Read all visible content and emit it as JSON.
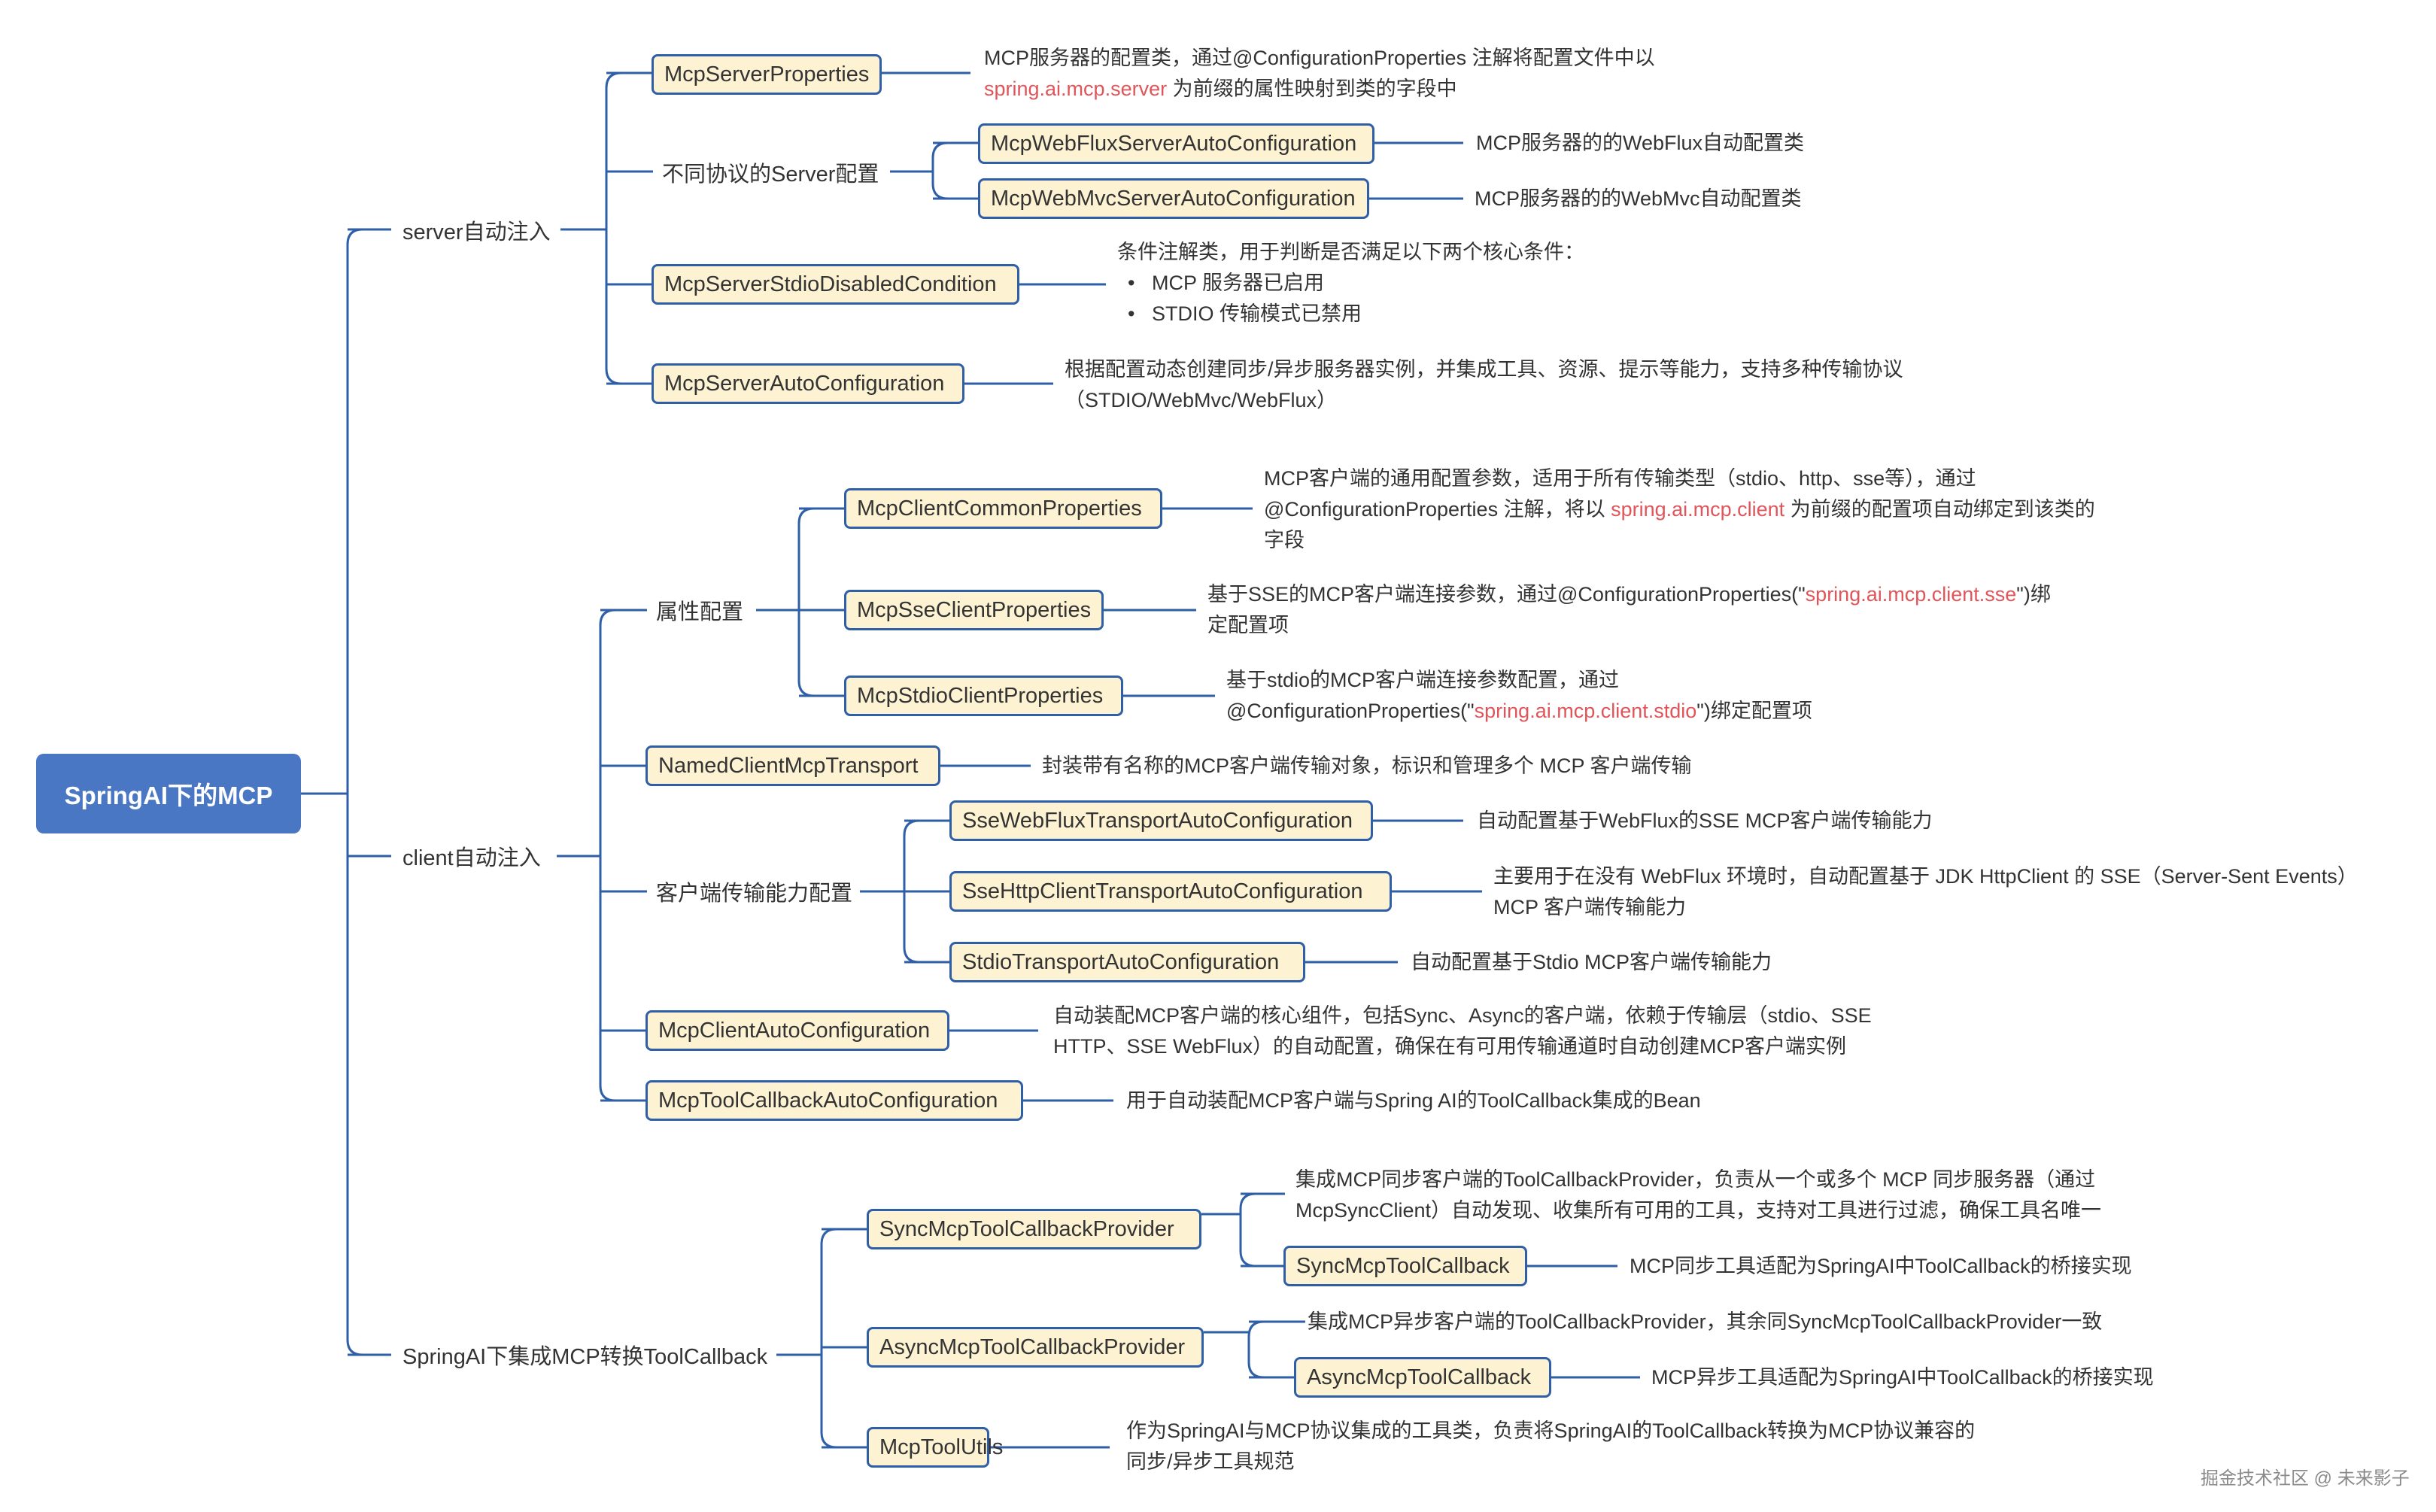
{
  "root": {
    "label": "SpringAI下的MCP"
  },
  "server": {
    "label": "server自动注入",
    "props": {
      "label": "McpServerProperties",
      "desc_line1": "MCP服务器的配置类，通过@ConfigurationProperties 注解将配置文件中以",
      "desc_hl": "spring.ai.mcp.server",
      "desc_line2_rest": " 为前缀的属性映射到类的字段中"
    },
    "protocol": {
      "label": "不同协议的Server配置",
      "webflux": {
        "label": "McpWebFluxServerAutoConfiguration",
        "desc": "MCP服务器的的WebFlux自动配置类"
      },
      "webmvc": {
        "label": "McpWebMvcServerAutoConfiguration",
        "desc": "MCP服务器的的WebMvc自动配置类"
      }
    },
    "stdio_cond": {
      "label": "McpServerStdioDisabledCondition",
      "desc_line1": "条件注解类，用于判断是否满足以下两个核心条件：",
      "bullet1": "MCP 服务器已启用",
      "bullet2": "STDIO 传输模式已禁用"
    },
    "auto": {
      "label": "McpServerAutoConfiguration",
      "desc_line1": "根据配置动态创建同步/异步服务器实例，并集成工具、资源、提示等能力，支持多种传输协议",
      "desc_line2": "（STDIO/WebMvc/WebFlux）"
    }
  },
  "client": {
    "label": "client自动注入",
    "props_group": {
      "label": "属性配置",
      "common": {
        "label": "McpClientCommonProperties",
        "desc_line1": "MCP客户端的通用配置参数，适用于所有传输类型（stdio、http、sse等），通过",
        "desc_line2_pre": "@ConfigurationProperties 注解，将以 ",
        "desc_hl": "spring.ai.mcp.client",
        "desc_line2_post": " 为前缀的配置项自动绑定到该类的",
        "desc_line3": "字段"
      },
      "sse": {
        "label": "McpSseClientProperties",
        "desc_line1_pre": "基于SSE的MCP客户端连接参数，通过@ConfigurationProperties(\"",
        "desc_hl": "spring.ai.mcp.client.sse",
        "desc_line1_post": "\")绑",
        "desc_line2": "定配置项"
      },
      "stdio": {
        "label": "McpStdioClientProperties",
        "desc_line1": "基于stdio的MCP客户端连接参数配置，通过",
        "desc_line2_pre": "@ConfigurationProperties(\"",
        "desc_hl": "spring.ai.mcp.client.stdio",
        "desc_line2_post": "\")绑定配置项"
      }
    },
    "named": {
      "label": "NamedClientMcpTransport",
      "desc": "封装带有名称的MCP客户端传输对象，标识和管理多个 MCP 客户端传输"
    },
    "transport_group": {
      "label": "客户端传输能力配置",
      "webflux": {
        "label": "SseWebFluxTransportAutoConfiguration",
        "desc": "自动配置基于WebFlux的SSE MCP客户端传输能力"
      },
      "http": {
        "label": "SseHttpClientTransportAutoConfiguration",
        "desc_line1": "主要用于在没有 WebFlux 环境时，自动配置基于 JDK HttpClient 的 SSE（Server-Sent Events）",
        "desc_line2": "MCP 客户端传输能力"
      },
      "stdio": {
        "label": "StdioTransportAutoConfiguration",
        "desc": "自动配置基于Stdio MCP客户端传输能力"
      }
    },
    "auto": {
      "label": "McpClientAutoConfiguration",
      "desc_line1": "自动装配MCP客户端的核心组件，包括Sync、Async的客户端，依赖于传输层（stdio、SSE",
      "desc_line2": "HTTP、SSE WebFlux）的自动配置，确保在有可用传输通道时自动创建MCP客户端实例"
    },
    "toolcb": {
      "label": "McpToolCallbackAutoConfiguration",
      "desc": "用于自动装配MCP客户端与Spring AI的ToolCallback集成的Bean"
    }
  },
  "toolcallback": {
    "label": "SpringAI下集成MCP转换ToolCallback",
    "sync_provider": {
      "label": "SyncMcpToolCallbackProvider",
      "desc_line1": "集成MCP同步客户端的ToolCallbackProvider，负责从一个或多个 MCP 同步服务器（通过",
      "desc_line2": "McpSyncClient）自动发现、收集所有可用的工具，支持对工具进行过滤，确保工具名唯一"
    },
    "sync_cb": {
      "label": "SyncMcpToolCallback",
      "desc": "MCP同步工具适配为SpringAI中ToolCallback的桥接实现"
    },
    "async_provider": {
      "label": "AsyncMcpToolCallbackProvider",
      "desc": "集成MCP异步客户端的ToolCallbackProvider，其余同SyncMcpToolCallbackProvider一致"
    },
    "async_cb": {
      "label": "AsyncMcpToolCallback",
      "desc": "MCP异步工具适配为SpringAI中ToolCallback的桥接实现"
    },
    "utils": {
      "label": "McpToolUtils",
      "desc_line1": "作为SpringAI与MCP协议集成的工具类，负责将SpringAI的ToolCallback转换为MCP协议兼容的",
      "desc_line2": "同步/异步工具规范"
    }
  },
  "watermark": "掘金技术社区 @ 未来影子",
  "colors": {
    "root_fill": "#4a77c4",
    "box_fill": "#fdf2d2",
    "box_border": "#2f5fa7",
    "line": "#2f5fa7",
    "highlight": "#e0555a"
  }
}
